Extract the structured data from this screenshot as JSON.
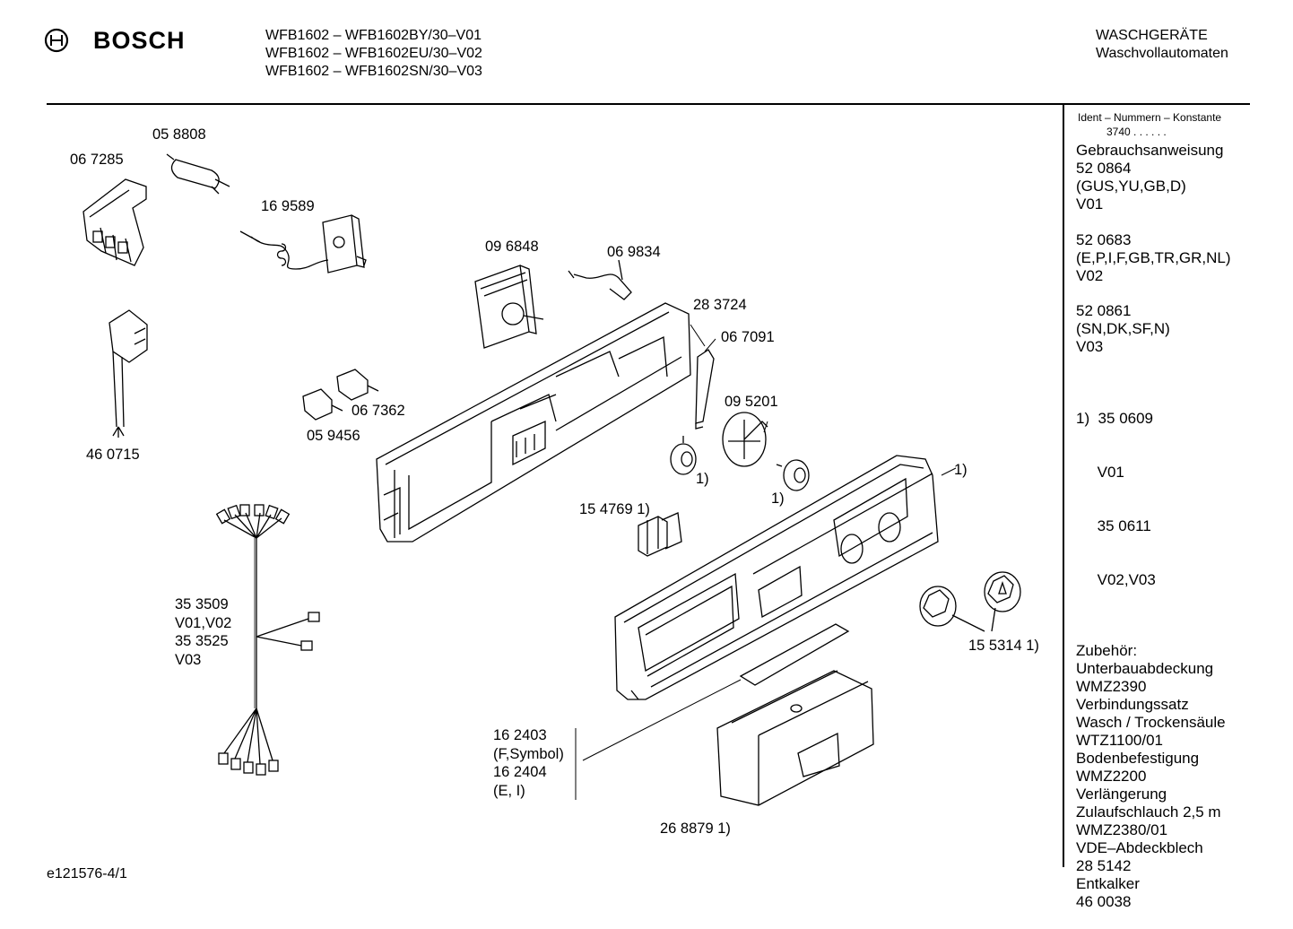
{
  "header": {
    "brand": "BOSCH",
    "models": [
      "WFB1602 – WFB1602BY/30–V01",
      "WFB1602 – WFB1602EU/30–V02",
      "WFB1602 – WFB1602SN/30–V03"
    ],
    "category": "WASCHGERÄTE",
    "subcategory": "Waschvollautomaten"
  },
  "sidebar": {
    "ident_title": "Ident – Nummern – Konstante",
    "ident_value": "3740  .  .  .  .  .  .",
    "blocks": [
      [
        "Gebrauchsanweisung",
        "52 0864",
        "(GUS,YU,GB,D)",
        "V01"
      ],
      [
        "52 0683",
        "(E,P,I,F,GB,TR,GR,NL)",
        "V02"
      ],
      [
        "52 0861",
        "(SN,DK,SF,N)",
        "V03"
      ],
      [
        "1)  35 0609",
        "     V01",
        "     35 0611",
        "     V02,V03"
      ],
      [
        "Zubehör:",
        "Unterbauabdeckung",
        "WMZ2390",
        "Verbindungssatz",
        "Wasch / Trockensäule",
        "WTZ1100/01",
        "Bodenbefestigung",
        "WMZ2200",
        "Verlängerung",
        "Zulaufschlauch 2,5 m",
        "WMZ2380/01",
        "VDE–Abdeckblech",
        "28 5142",
        "Entkalker",
        "46 0038"
      ]
    ]
  },
  "part_labels": {
    "p058808": "05 8808",
    "p067285": "06 7285",
    "p169589": "16 9589",
    "p096848": "09 6848",
    "p069834": "06 9834",
    "p283724": "28 3724",
    "p067091": "06 7091",
    "p095201": "09 5201",
    "p067362": "06 7362",
    "p059456": "05 9456",
    "p460715": "46 0715",
    "note_knob_a": "1)",
    "note_knob_b": "1)",
    "note_panel": "1)",
    "p154769": "15 4769 1)",
    "p155314": "15 5314 1)",
    "harness": [
      "35 3509",
      "V01,V02",
      "35 3525",
      "V03"
    ],
    "symbol_strip": [
      "16 2403",
      "(F,Symbol)",
      "16 2404",
      "(E, I)"
    ],
    "p268879": "26 8879 1)"
  },
  "footer": {
    "doc_id": "e121576-4/1"
  }
}
